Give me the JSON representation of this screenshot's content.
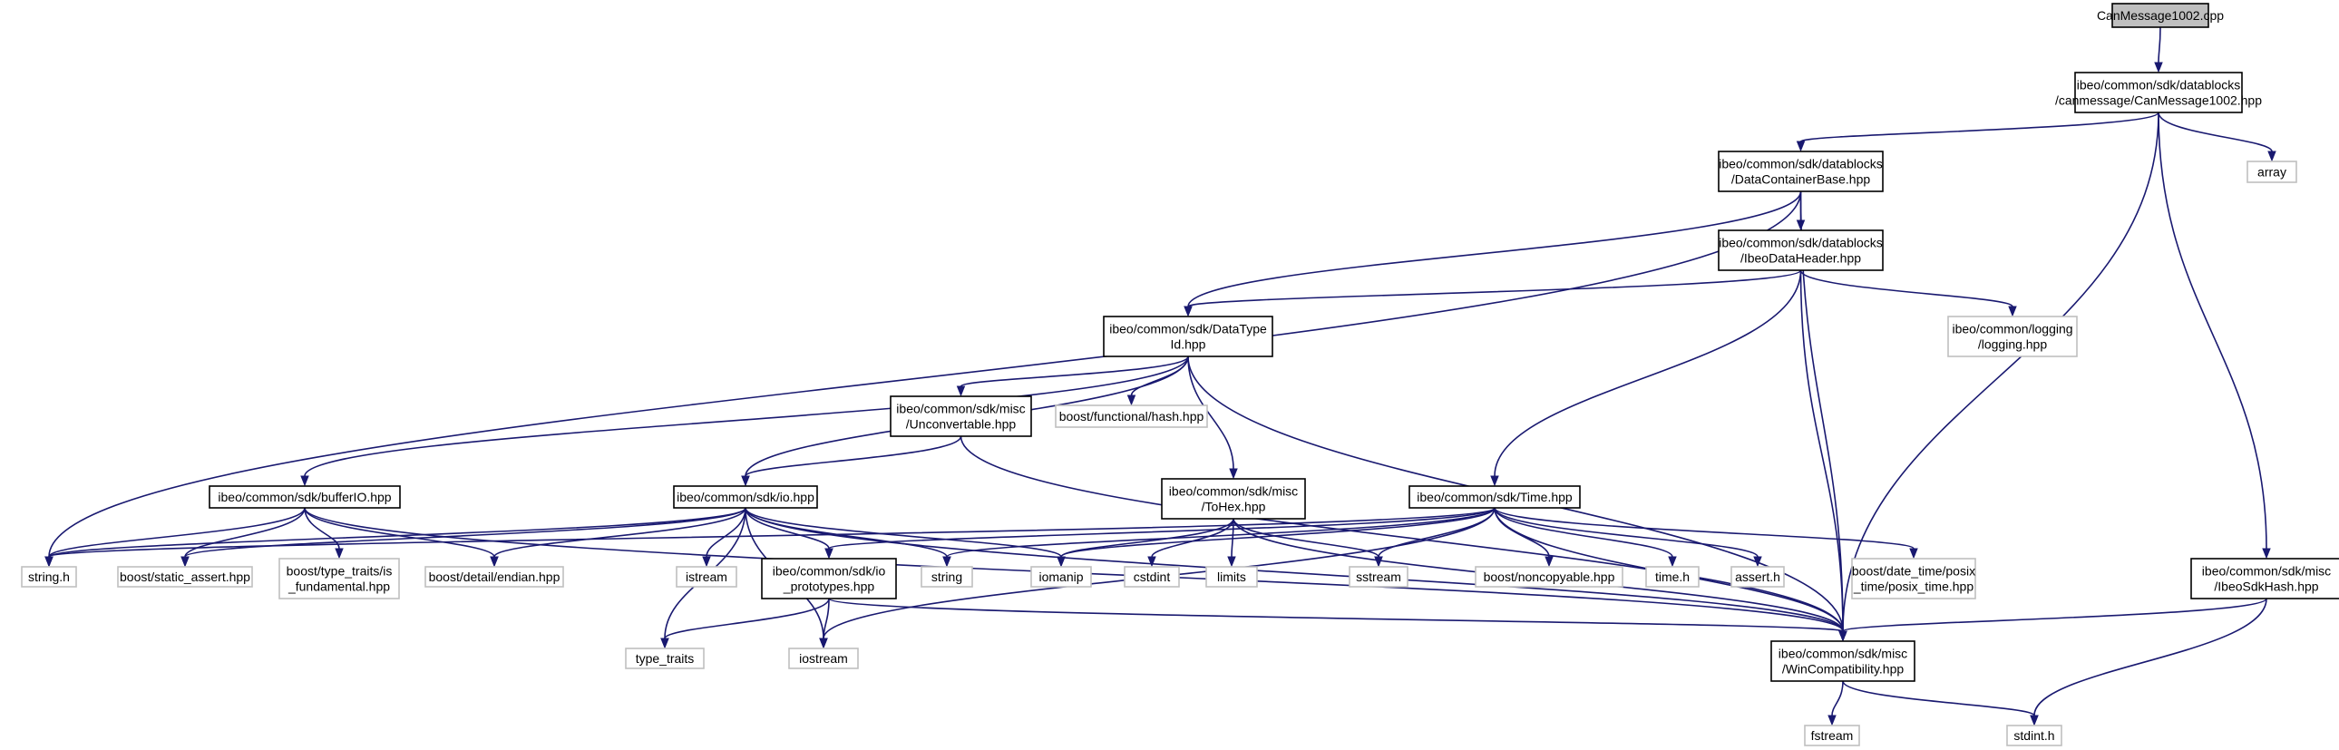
{
  "graph": {
    "title": "CanMessage1002.cpp",
    "nodes": [
      {
        "id": "root",
        "lines": [
          "CanMessage1002.cpp"
        ],
        "kind": "root"
      },
      {
        "id": "canmsg",
        "lines": [
          "ibeo/common/sdk/datablocks",
          "/canmessage/CanMessage1002.hpp"
        ],
        "kind": "main"
      },
      {
        "id": "dcb",
        "lines": [
          "ibeo/common/sdk/datablocks",
          "/DataContainerBase.hpp"
        ],
        "kind": "main"
      },
      {
        "id": "array",
        "lines": [
          "array"
        ],
        "kind": "ext"
      },
      {
        "id": "idh",
        "lines": [
          "ibeo/common/sdk/datablocks",
          "/IbeoDataHeader.hpp"
        ],
        "kind": "main"
      },
      {
        "id": "dti",
        "lines": [
          "ibeo/common/sdk/DataType",
          "Id.hpp"
        ],
        "kind": "main"
      },
      {
        "id": "logging",
        "lines": [
          "ibeo/common/logging",
          "/logging.hpp"
        ],
        "kind": "ext"
      },
      {
        "id": "unconv",
        "lines": [
          "ibeo/common/sdk/misc",
          "/Unconvertable.hpp"
        ],
        "kind": "main"
      },
      {
        "id": "bhash",
        "lines": [
          "boost/functional/hash.hpp"
        ],
        "kind": "ext"
      },
      {
        "id": "bufio",
        "lines": [
          "ibeo/common/sdk/bufferIO.hpp"
        ],
        "kind": "main"
      },
      {
        "id": "io",
        "lines": [
          "ibeo/common/sdk/io.hpp"
        ],
        "kind": "main"
      },
      {
        "id": "tohex",
        "lines": [
          "ibeo/common/sdk/misc",
          "/ToHex.hpp"
        ],
        "kind": "main"
      },
      {
        "id": "time",
        "lines": [
          "ibeo/common/sdk/Time.hpp"
        ],
        "kind": "main"
      },
      {
        "id": "sdkhash",
        "lines": [
          "ibeo/common/sdk/misc",
          "/IbeoSdkHash.hpp"
        ],
        "kind": "main"
      },
      {
        "id": "stringh",
        "lines": [
          "string.h"
        ],
        "kind": "ext"
      },
      {
        "id": "sassert",
        "lines": [
          "boost/static_assert.hpp"
        ],
        "kind": "ext"
      },
      {
        "id": "isfund",
        "lines": [
          "boost/type_traits/is",
          "_fundamental.hpp"
        ],
        "kind": "ext"
      },
      {
        "id": "endian",
        "lines": [
          "boost/detail/endian.hpp"
        ],
        "kind": "ext"
      },
      {
        "id": "istream",
        "lines": [
          "istream"
        ],
        "kind": "ext"
      },
      {
        "id": "ioproto",
        "lines": [
          "ibeo/common/sdk/io",
          "_prototypes.hpp"
        ],
        "kind": "main"
      },
      {
        "id": "string",
        "lines": [
          "string"
        ],
        "kind": "ext"
      },
      {
        "id": "iomanip",
        "lines": [
          "iomanip"
        ],
        "kind": "ext"
      },
      {
        "id": "cstdint",
        "lines": [
          "cstdint"
        ],
        "kind": "ext"
      },
      {
        "id": "limits",
        "lines": [
          "limits"
        ],
        "kind": "ext"
      },
      {
        "id": "sstream",
        "lines": [
          "sstream"
        ],
        "kind": "ext"
      },
      {
        "id": "noncopy",
        "lines": [
          "boost/noncopyable.hpp"
        ],
        "kind": "ext"
      },
      {
        "id": "timeh",
        "lines": [
          "time.h"
        ],
        "kind": "ext"
      },
      {
        "id": "asserth",
        "lines": [
          "assert.h"
        ],
        "kind": "ext"
      },
      {
        "id": "posix",
        "lines": [
          "boost/date_time/posix",
          "_time/posix_time.hpp"
        ],
        "kind": "ext"
      },
      {
        "id": "typetraits",
        "lines": [
          "type_traits"
        ],
        "kind": "ext"
      },
      {
        "id": "iostream",
        "lines": [
          "iostream"
        ],
        "kind": "ext"
      },
      {
        "id": "wincompat",
        "lines": [
          "ibeo/common/sdk/misc",
          "/WinCompatibility.hpp"
        ],
        "kind": "main"
      },
      {
        "id": "fstream",
        "lines": [
          "fstream"
        ],
        "kind": "ext"
      },
      {
        "id": "stdinth",
        "lines": [
          "stdint.h"
        ],
        "kind": "ext"
      }
    ],
    "edges": [
      [
        "root",
        "canmsg"
      ],
      [
        "canmsg",
        "dcb"
      ],
      [
        "canmsg",
        "array"
      ],
      [
        "canmsg",
        "wincompat"
      ],
      [
        "canmsg",
        "sdkhash"
      ],
      [
        "dcb",
        "idh"
      ],
      [
        "dcb",
        "dti"
      ],
      [
        "dcb",
        "stringh"
      ],
      [
        "dcb",
        "wincompat"
      ],
      [
        "idh",
        "dti"
      ],
      [
        "idh",
        "logging"
      ],
      [
        "idh",
        "time"
      ],
      [
        "idh",
        "wincompat"
      ],
      [
        "dti",
        "unconv"
      ],
      [
        "dti",
        "bhash"
      ],
      [
        "dti",
        "bufio"
      ],
      [
        "dti",
        "io"
      ],
      [
        "dti",
        "tohex"
      ],
      [
        "dti",
        "wincompat"
      ],
      [
        "unconv",
        "io"
      ],
      [
        "unconv",
        "wincompat"
      ],
      [
        "bufio",
        "stringh"
      ],
      [
        "bufio",
        "sassert"
      ],
      [
        "bufio",
        "isfund"
      ],
      [
        "bufio",
        "endian"
      ],
      [
        "bufio",
        "wincompat"
      ],
      [
        "io",
        "stringh"
      ],
      [
        "io",
        "sassert"
      ],
      [
        "io",
        "endian"
      ],
      [
        "io",
        "istream"
      ],
      [
        "io",
        "ioproto"
      ],
      [
        "io",
        "string"
      ],
      [
        "io",
        "iomanip"
      ],
      [
        "io",
        "typetraits"
      ],
      [
        "io",
        "iostream"
      ],
      [
        "io",
        "wincompat"
      ],
      [
        "tohex",
        "iomanip"
      ],
      [
        "tohex",
        "cstdint"
      ],
      [
        "tohex",
        "limits"
      ],
      [
        "tohex",
        "sstream"
      ],
      [
        "tohex",
        "wincompat"
      ],
      [
        "time",
        "stringh"
      ],
      [
        "time",
        "ioproto"
      ],
      [
        "time",
        "string"
      ],
      [
        "time",
        "iomanip"
      ],
      [
        "time",
        "sstream"
      ],
      [
        "time",
        "noncopy"
      ],
      [
        "time",
        "timeh"
      ],
      [
        "time",
        "asserth"
      ],
      [
        "time",
        "posix"
      ],
      [
        "time",
        "iostream"
      ],
      [
        "time",
        "wincompat"
      ],
      [
        "ioproto",
        "typetraits"
      ],
      [
        "ioproto",
        "iostream"
      ],
      [
        "ioproto",
        "wincompat"
      ],
      [
        "sdkhash",
        "wincompat"
      ],
      [
        "sdkhash",
        "stdinth"
      ],
      [
        "wincompat",
        "fstream"
      ],
      [
        "wincompat",
        "stdinth"
      ]
    ]
  }
}
